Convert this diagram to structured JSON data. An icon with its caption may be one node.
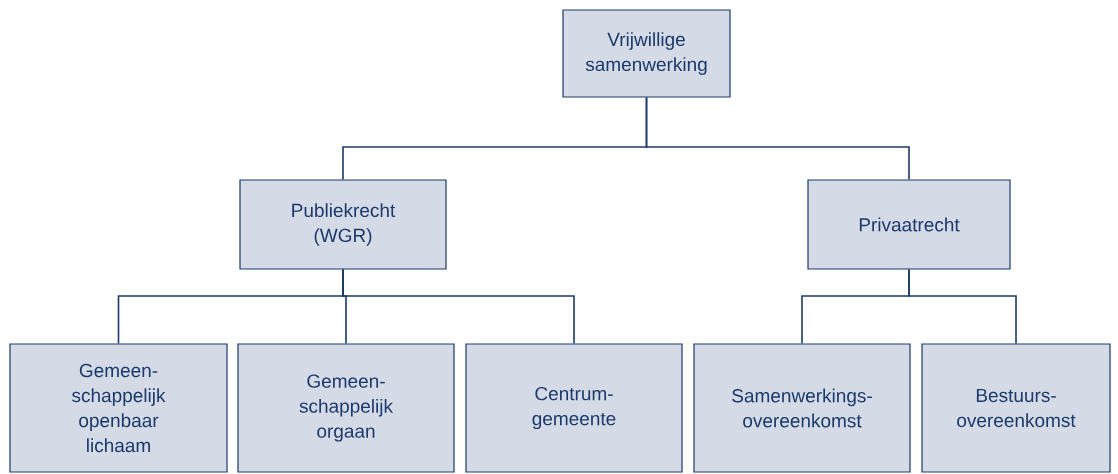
{
  "diagram": {
    "nodes": [
      {
        "text": [
          "Vrijwillige samenwerking"
        ]
      },
      {
        "text": [
          "Publiekrecht (WGR)"
        ]
      },
      {
        "text": [
          "Privaatrecht"
        ]
      },
      {
        "text": [
          "Gemeen- schappelijk openbaar lichaam"
        ]
      },
      {
        "text": [
          "Gemeen- schappelijk orgaan"
        ]
      },
      {
        "text": [
          "Centrum- gemeente"
        ]
      },
      {
        "text": [
          "Samenwerkings- overeenkomst"
        ]
      },
      {
        "text": [
          "Bestuurs- overeenkomst"
        ]
      }
    ],
    "edges": [
      {
        "from": 0,
        "to": 1,
        "arrow": "none"
      },
      {
        "from": 0,
        "to": 2,
        "arrow": "none"
      },
      {
        "from": 1,
        "to": 3,
        "arrow": "none"
      },
      {
        "from": 1,
        "to": 4,
        "arrow": "none"
      },
      {
        "from": 1,
        "to": 5,
        "arrow": "none"
      },
      {
        "from": 2,
        "to": 6,
        "arrow": "none"
      },
      {
        "from": 2,
        "to": 7,
        "arrow": "none"
      }
    ]
  }
}
